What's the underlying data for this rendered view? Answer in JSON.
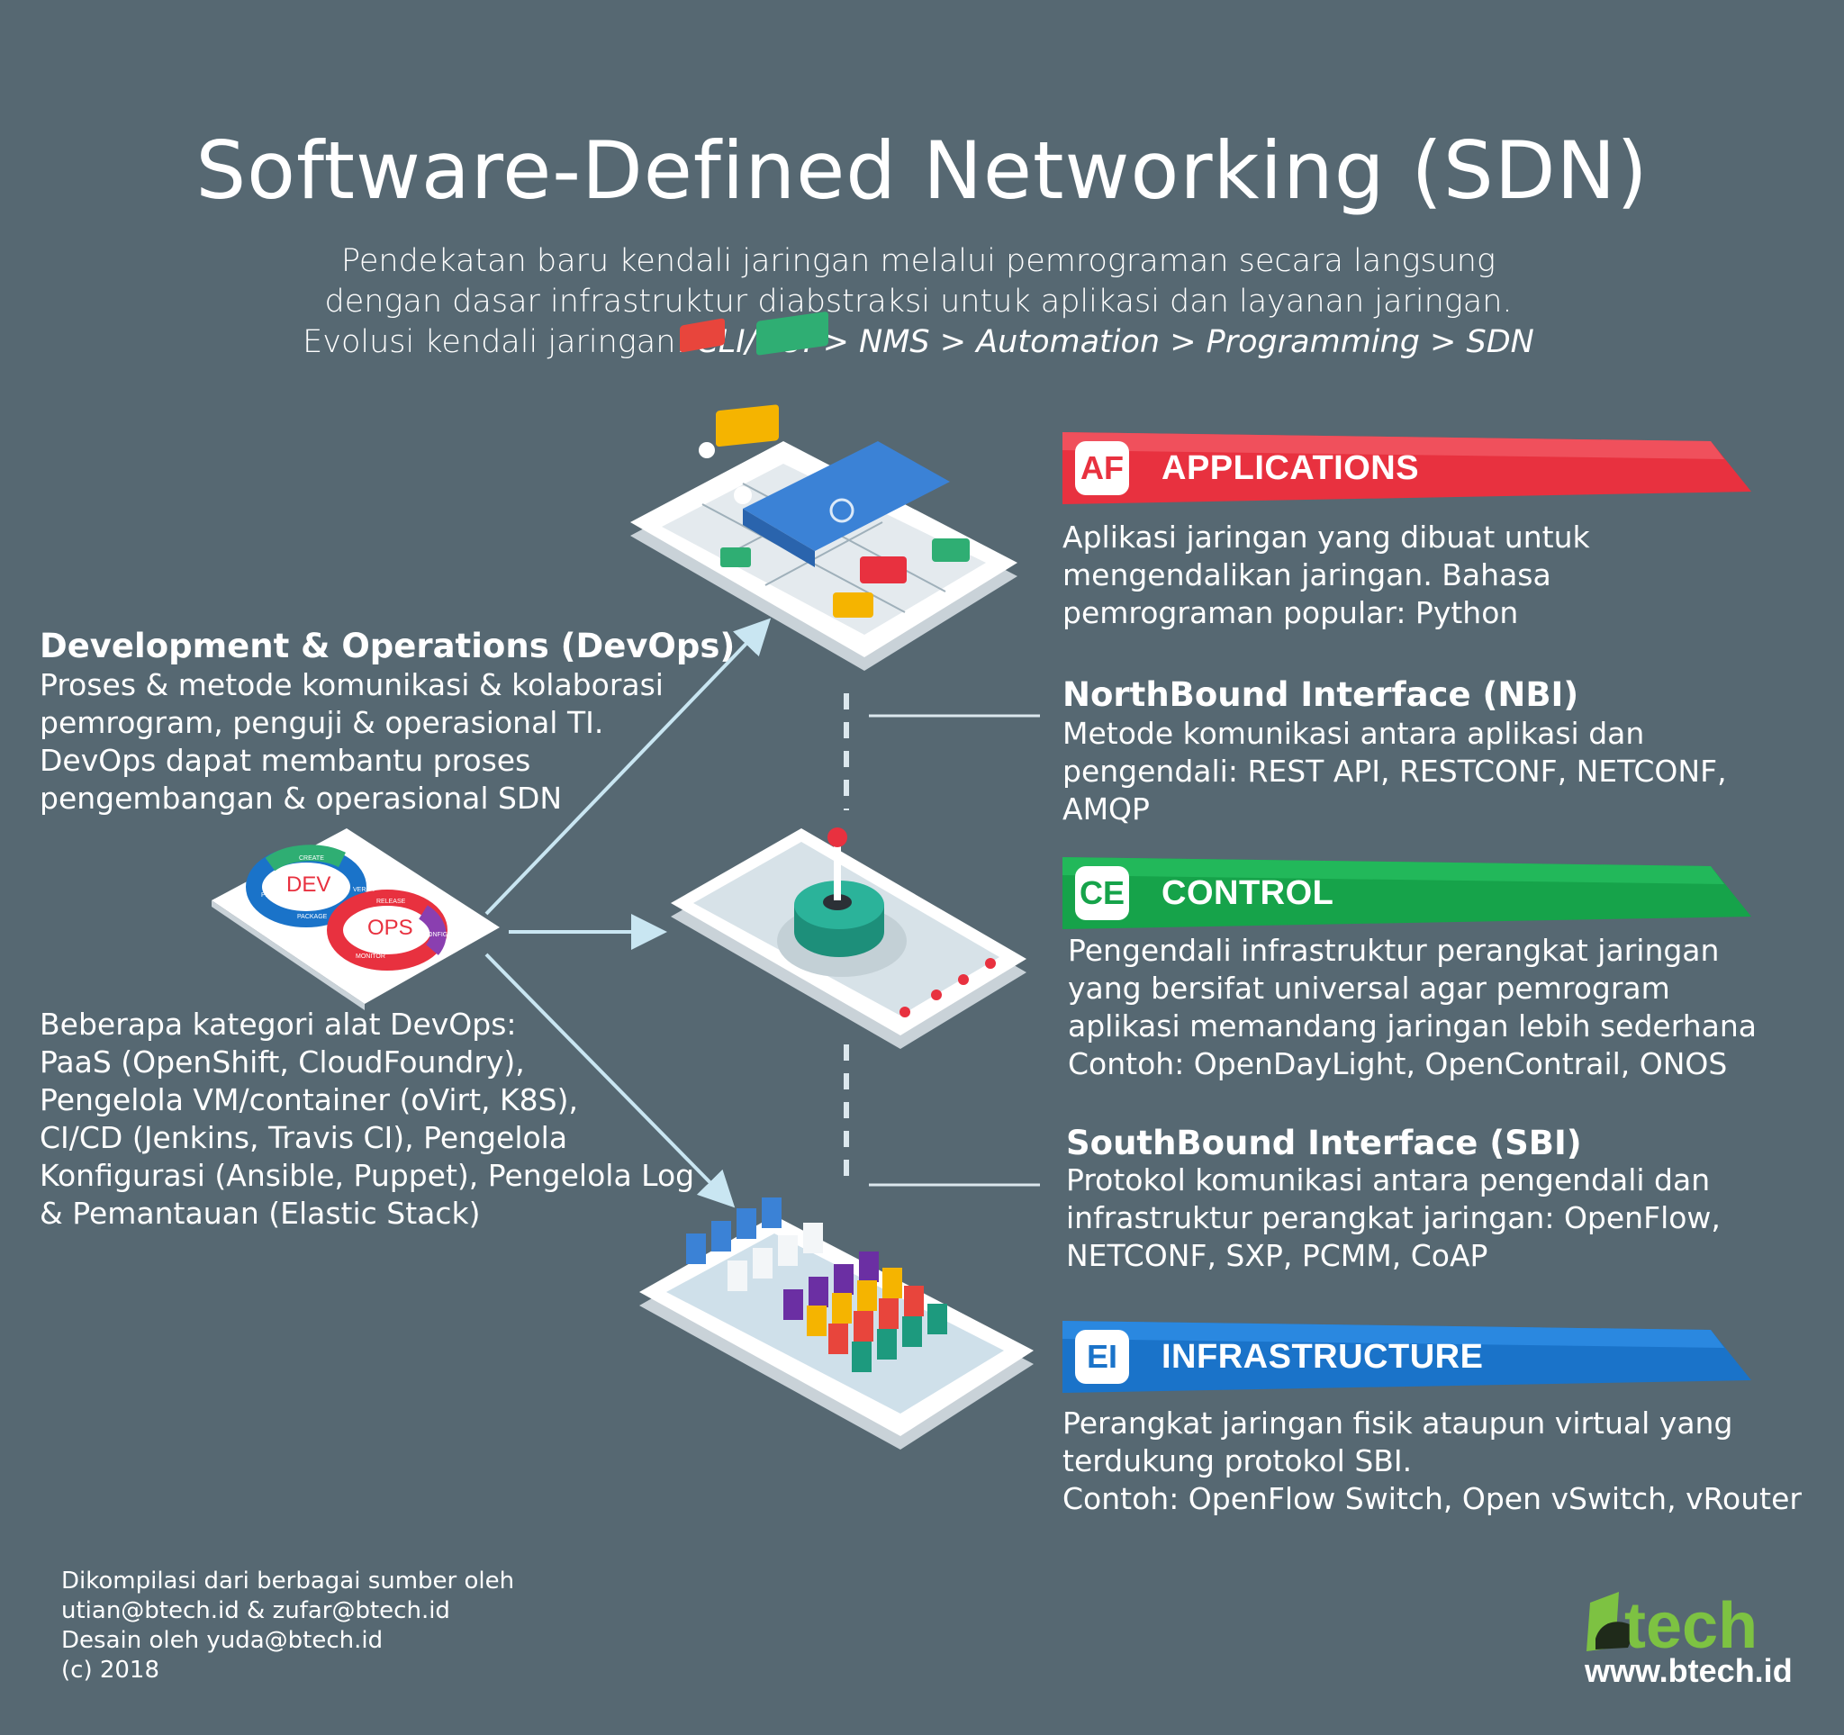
{
  "header": {
    "title": "Software-Defined Networking (SDN)",
    "subtitle_line1": "Pendekatan baru kendali jaringan melalui pemrograman secara langsung",
    "subtitle_line2": "dengan dasar infrastruktur diabstraksi untuk aplikasi dan layanan jaringan.",
    "subtitle_line3_prefix": "Evolusi kendali jaringan: ",
    "evolution": "CLI/GUI > NMS > Automation > Programming > SDN"
  },
  "devops": {
    "heading": "Development & Operations (DevOps)",
    "lines": [
      "Proses & metode komunikasi & kolaborasi",
      "pemrogram, penguji & operasional TI.",
      "DevOps dapat membantu proses",
      "pengembangan & operasional SDN"
    ],
    "tools_lines": [
      "Beberapa kategori alat DevOps:",
      "PaaS (OpenShift, CloudFoundry),",
      "Pengelola VM/container (oVirt, K8S),",
      "CI/CD (Jenkins, Travis CI), Pengelola",
      "Konfigurasi (Ansible, Puppet), Pengelola Log",
      "& Pemantauan (Elastic Stack)"
    ],
    "card_dev": "DEV",
    "card_ops": "OPS",
    "card_words": [
      "CREATE",
      "PLAN",
      "VERIFY",
      "PACKAGE",
      "RELEASE",
      "CONFIGURE",
      "MONITOR"
    ]
  },
  "layers": {
    "applications": {
      "label": "APPLICATIONS",
      "icon": "AF",
      "color": "#e8313f",
      "lines": [
        "Aplikasi jaringan yang dibuat untuk",
        "mengendalikan jaringan. Bahasa",
        "pemrograman popular: Python"
      ]
    },
    "nbi": {
      "heading": "NorthBound Interface (NBI)",
      "lines": [
        "Metode komunikasi antara aplikasi dan",
        "pengendali: REST API, RESTCONF, NETCONF,",
        "AMQP"
      ]
    },
    "control": {
      "label": "CONTROL",
      "icon": "CE",
      "color": "#16a34a",
      "lines": [
        "Pengendali infrastruktur perangkat jaringan",
        "yang bersifat universal agar pemrogram",
        "aplikasi memandang jaringan lebih sederhana",
        "Contoh: OpenDayLight, OpenContrail, ONOS"
      ]
    },
    "sbi": {
      "heading": "SouthBound Interface (SBI)",
      "lines": [
        "Protokol komunikasi antara pengendali dan",
        "infrastruktur perangkat jaringan: OpenFlow,",
        "NETCONF, SXP, PCMM, CoAP"
      ]
    },
    "infrastructure": {
      "label": "INFRASTRUCTURE",
      "icon": "EI",
      "color": "#1a73c9",
      "lines": [
        "Perangkat jaringan fisik ataupun virtual yang",
        "terdukung protokol SBI.",
        "Contoh: OpenFlow Switch, Open vSwitch, vRouter"
      ]
    }
  },
  "footer": {
    "credit_lines": [
      "Dikompilasi dari berbagai sumber oleh",
      "utian@btech.id & zufar@btech.id",
      "Desain oleh yuda@btech.id",
      "(c) 2018"
    ],
    "brand": "Btech",
    "url": "www.btech.id"
  }
}
